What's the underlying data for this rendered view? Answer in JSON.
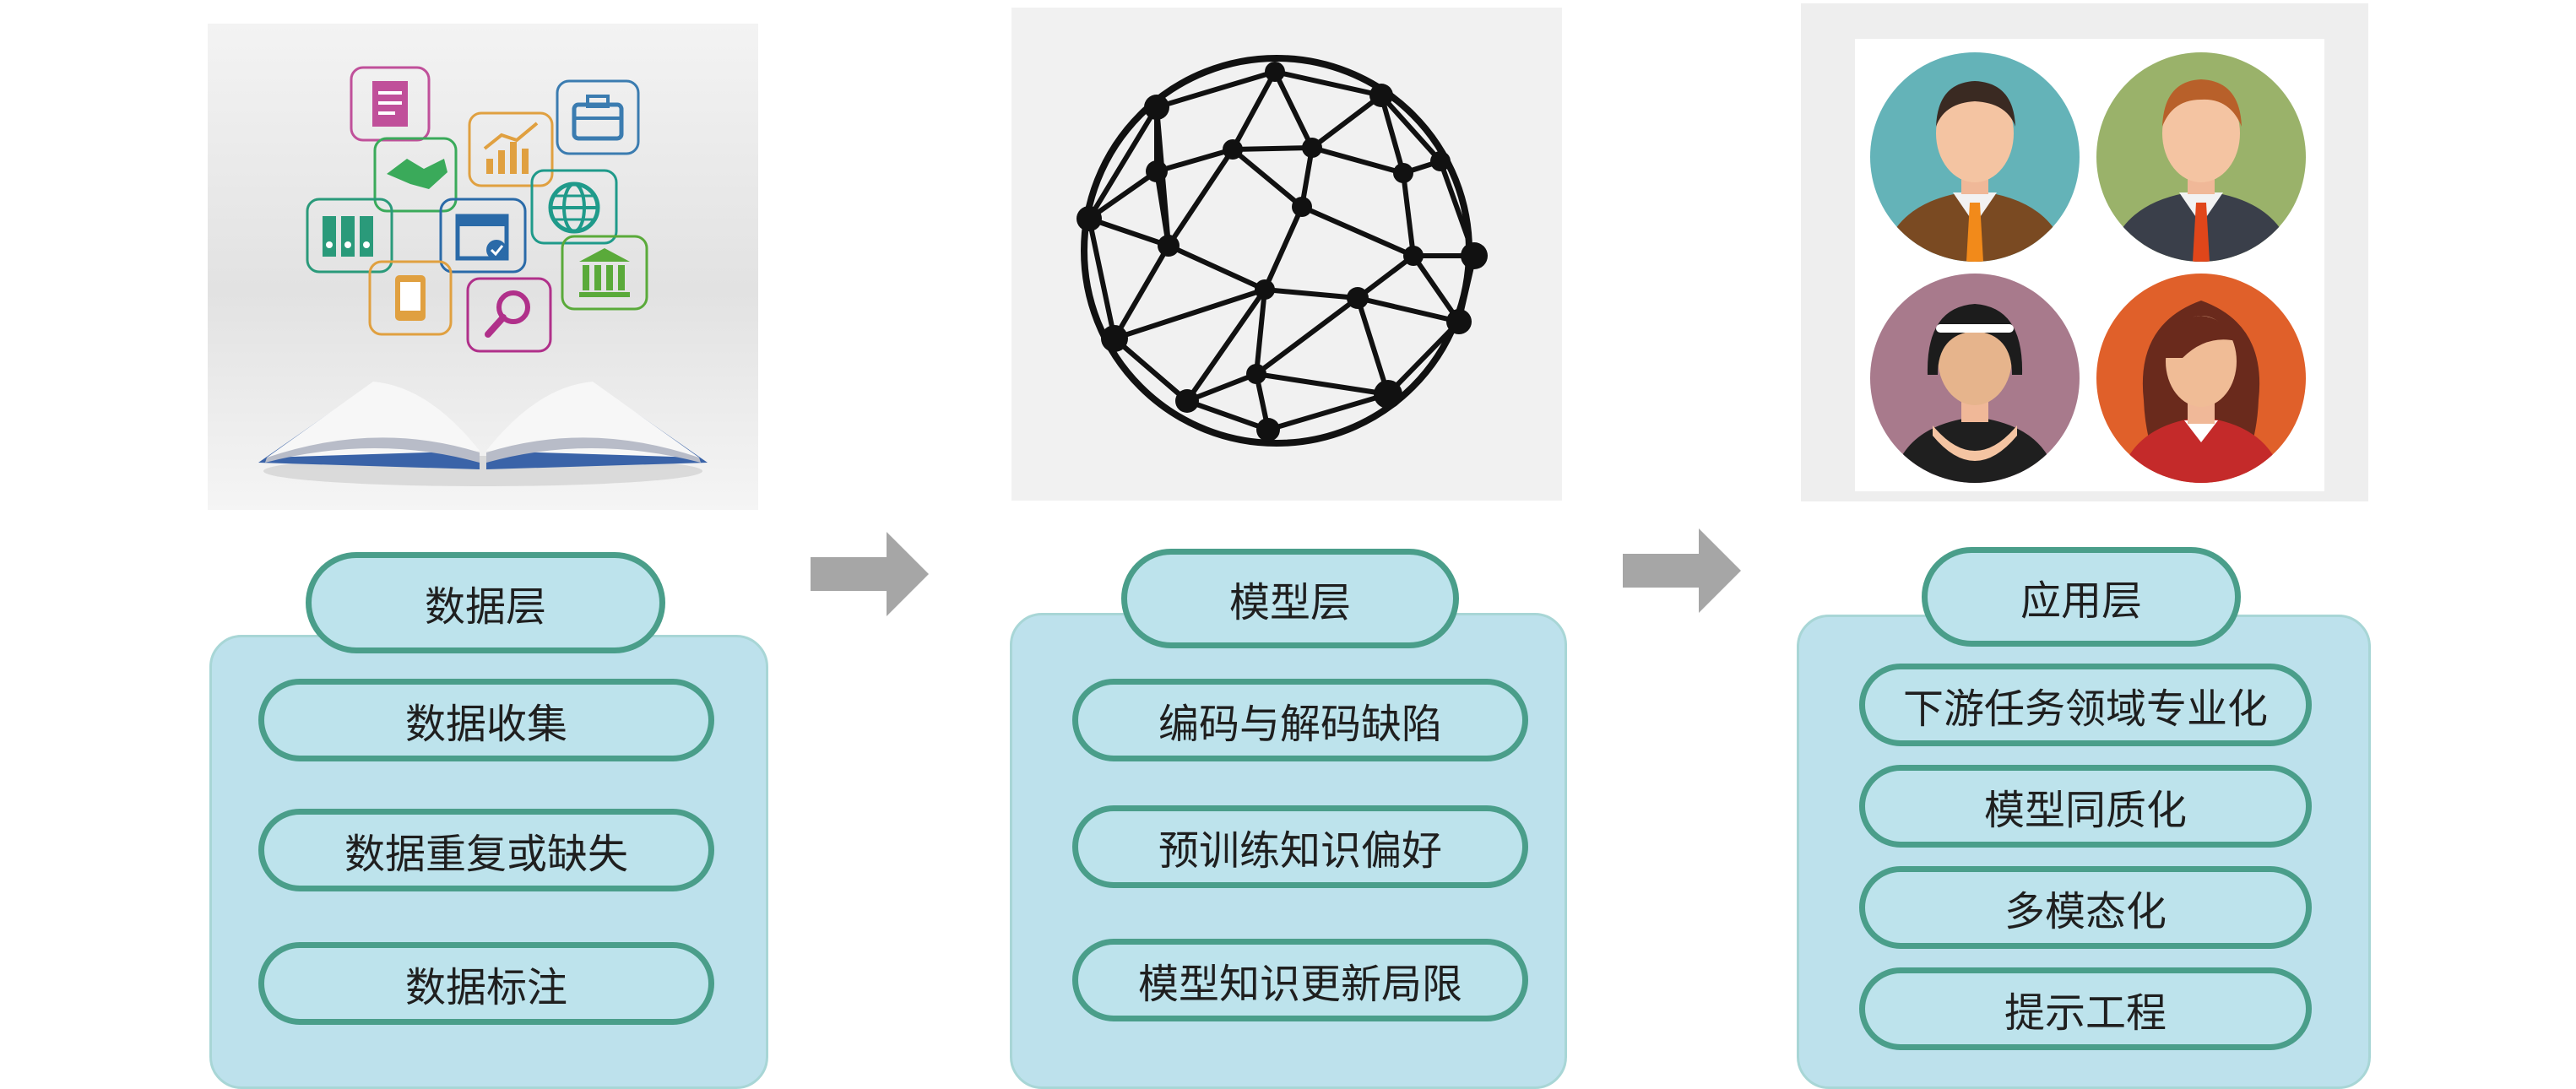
{
  "layers": [
    {
      "title": "数据层",
      "items": [
        "数据收集",
        "数据重复或缺失",
        "数据标注"
      ]
    },
    {
      "title": "模型层",
      "items": [
        "编码与解码缺陷",
        "预训练知识偏好",
        "模型知识更新局限"
      ]
    },
    {
      "title": "应用层",
      "items": [
        "下游任务领域专业化",
        "模型同质化",
        "多模态化",
        "提示工程"
      ]
    }
  ],
  "colors": {
    "panel_fill": "#bde1ec",
    "pill_border": "#4a9e8a",
    "arrow": "#a6a6a6"
  },
  "icons": {
    "data_image": "book-with-data-icons",
    "model_image": "network-sphere-icon",
    "app_image": "four-user-avatars"
  }
}
